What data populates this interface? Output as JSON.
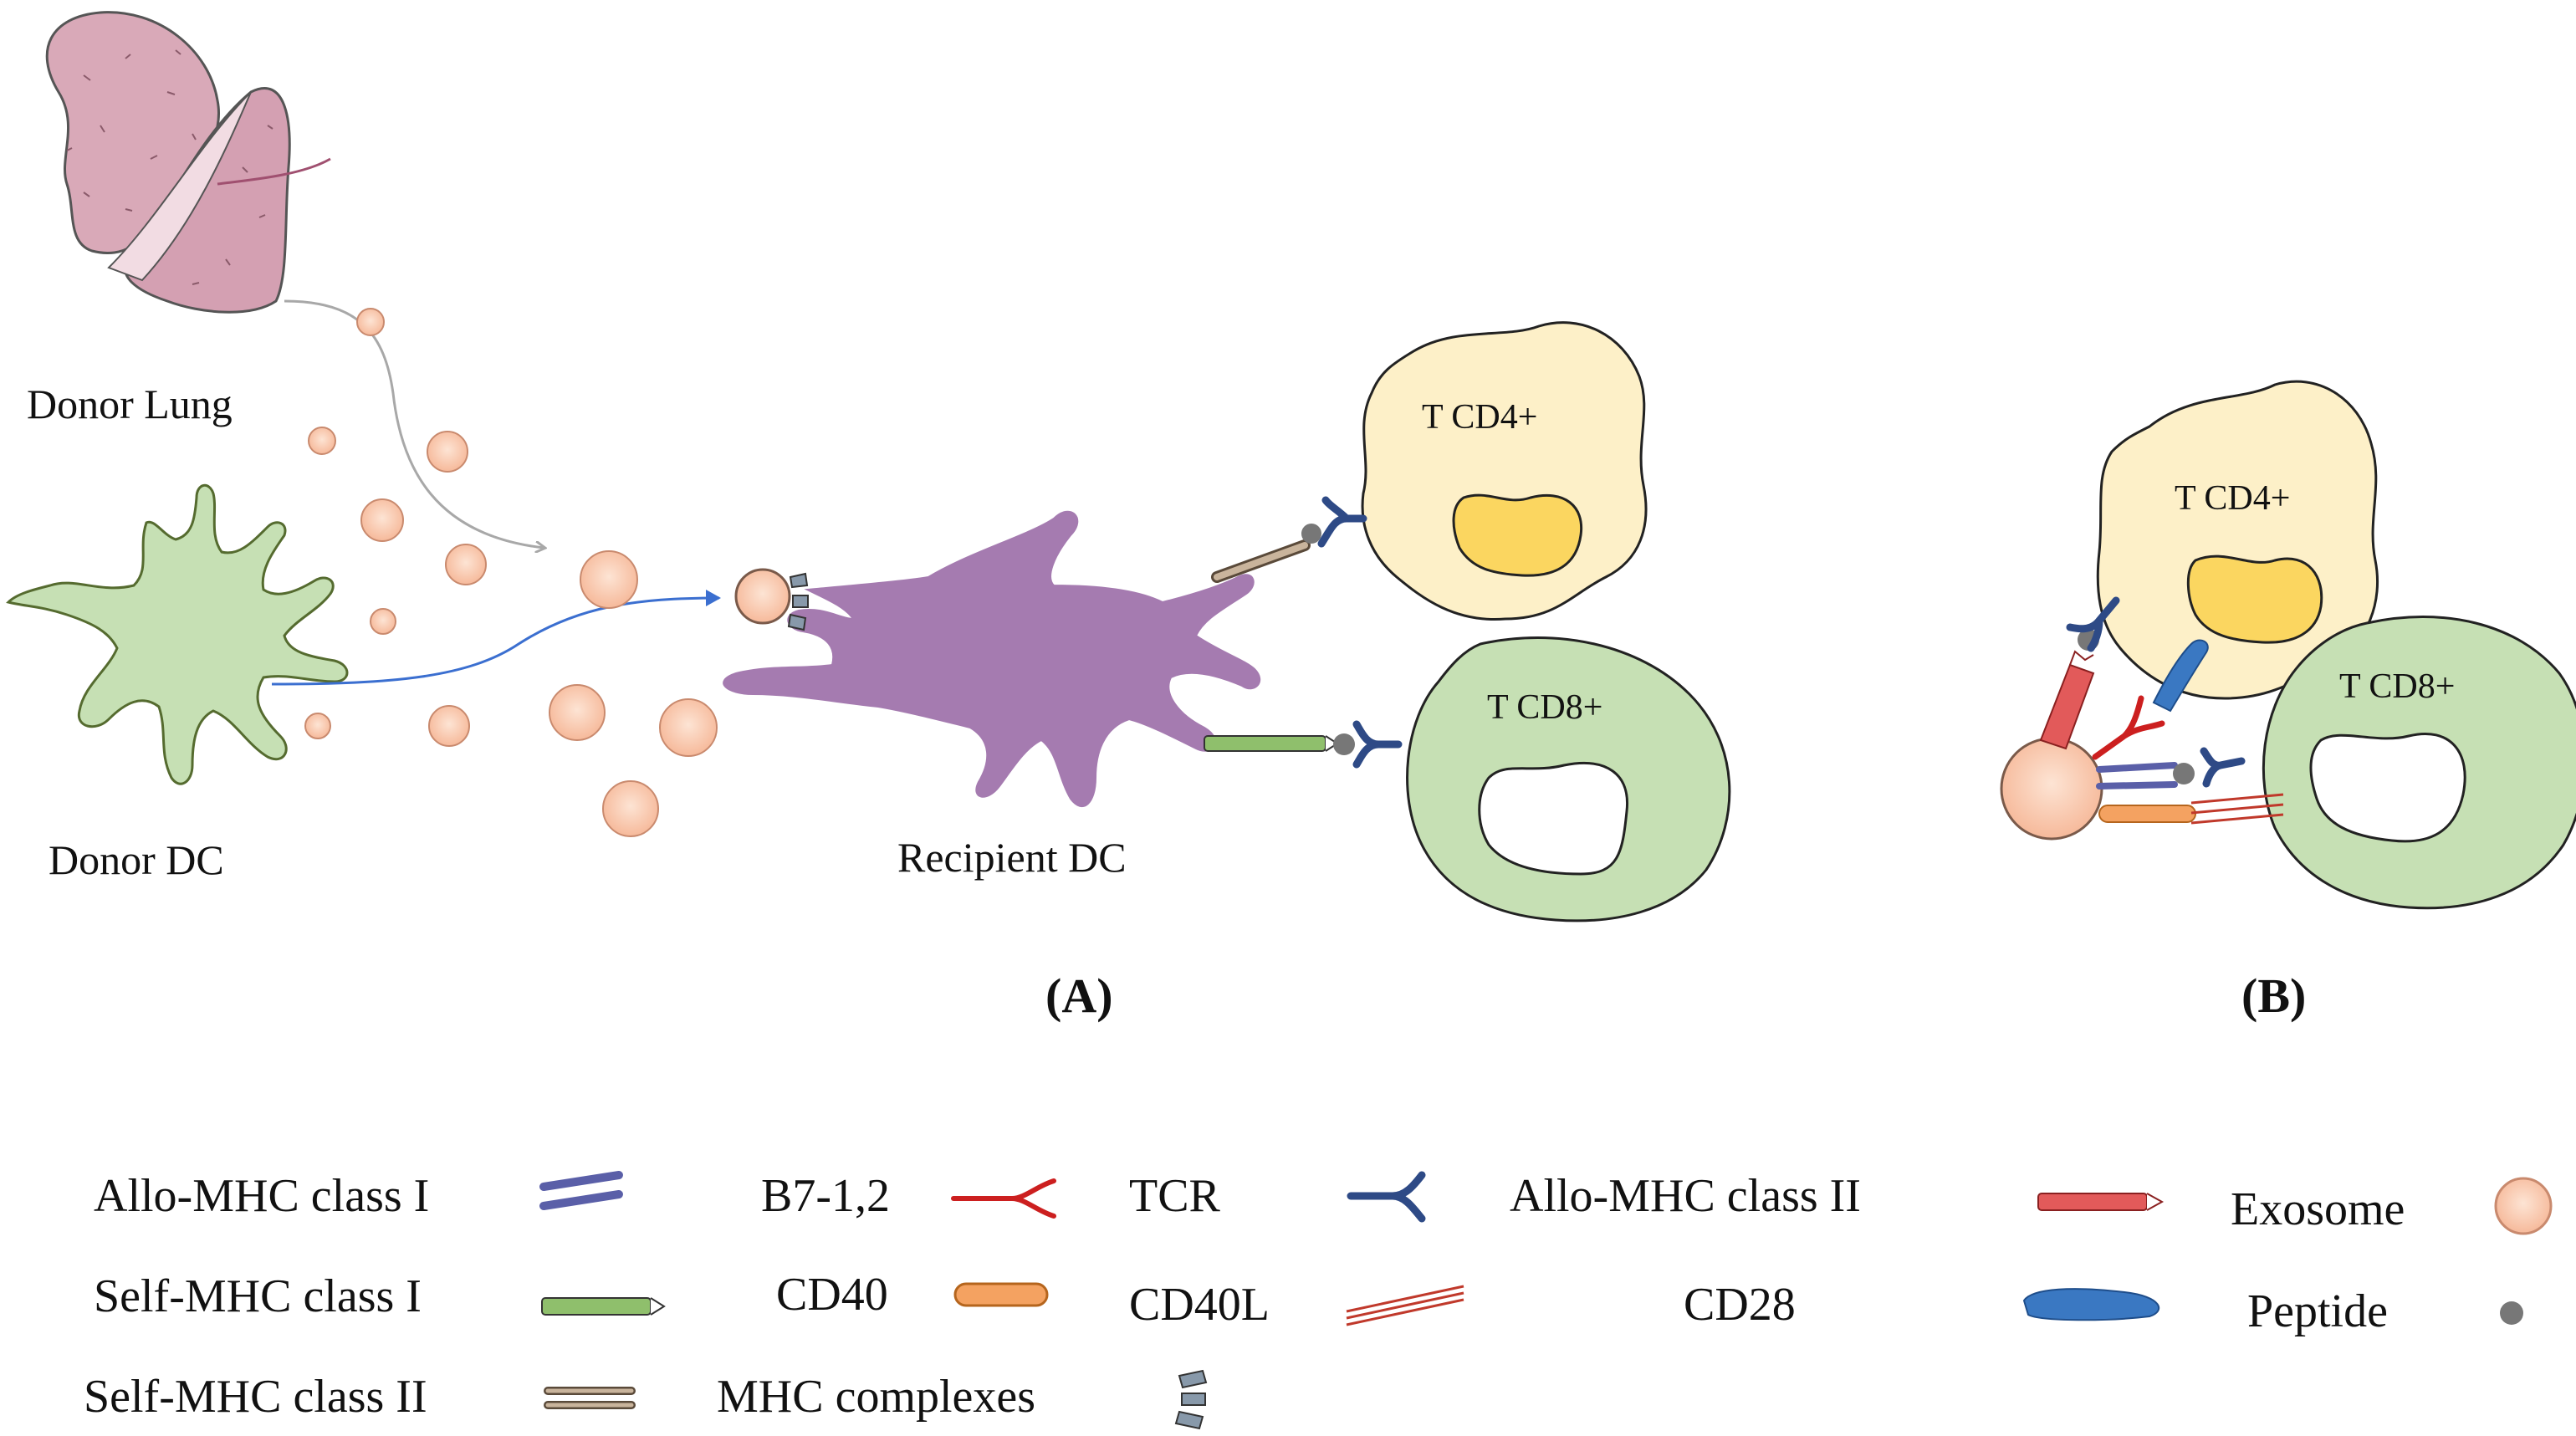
{
  "diagram": {
    "labels": {
      "donor_lung": "Donor Lung",
      "donor_dc": "Donor DC",
      "recipient_dc": "Recipient DC"
    },
    "cells": {
      "cd4_a": "T CD4+",
      "cd8_a": "T CD8+",
      "cd4_b": "T CD4+",
      "cd8_b": "T CD8+"
    },
    "panels": {
      "a": "(A)",
      "b": "(B)"
    },
    "colors": {
      "lung": "#d9a9b8",
      "donor_dc": "#c6e0b4",
      "recipient_dc": "#a57bb0",
      "exosome": "#f9c9ad",
      "cd4_cell": "#fdf0c8",
      "cd4_nucleus": "#fbd660",
      "cd8_cell": "#c6e0b4",
      "allo_mhc1": "#5a5fa8",
      "self_mhc1": "#8fbf6c",
      "self_mhc2": "#a89076",
      "b7": "#cc1f1f",
      "tcr": "#2e4a86",
      "allo_mhc2": "#e25a5a",
      "cd40": "#f4a261",
      "cd40l": "#c0392b",
      "cd28": "#3a78c2",
      "peptide": "#777777",
      "mhc_complex": "#8899aa"
    }
  },
  "legend": [
    {
      "label": "Allo-MHC class I",
      "icon": "allo-mhc-class-i-icon"
    },
    {
      "label": "B7-1,2",
      "icon": "b7-icon"
    },
    {
      "label": "TCR",
      "icon": "tcr-icon"
    },
    {
      "label": "Allo-MHC class II",
      "icon": "allo-mhc-class-ii-icon"
    },
    {
      "label": "Exosome",
      "icon": "exosome-icon"
    },
    {
      "label": "Self-MHC class I",
      "icon": "self-mhc-class-i-icon"
    },
    {
      "label": "CD40",
      "icon": "cd40-icon"
    },
    {
      "label": "CD40L",
      "icon": "cd40l-icon"
    },
    {
      "label": "CD28",
      "icon": "cd28-icon"
    },
    {
      "label": "Peptide",
      "icon": "peptide-icon"
    },
    {
      "label": "Self-MHC class II",
      "icon": "self-mhc-class-ii-icon"
    },
    {
      "label": "MHC complexes",
      "icon": "mhc-complexes-icon"
    }
  ]
}
